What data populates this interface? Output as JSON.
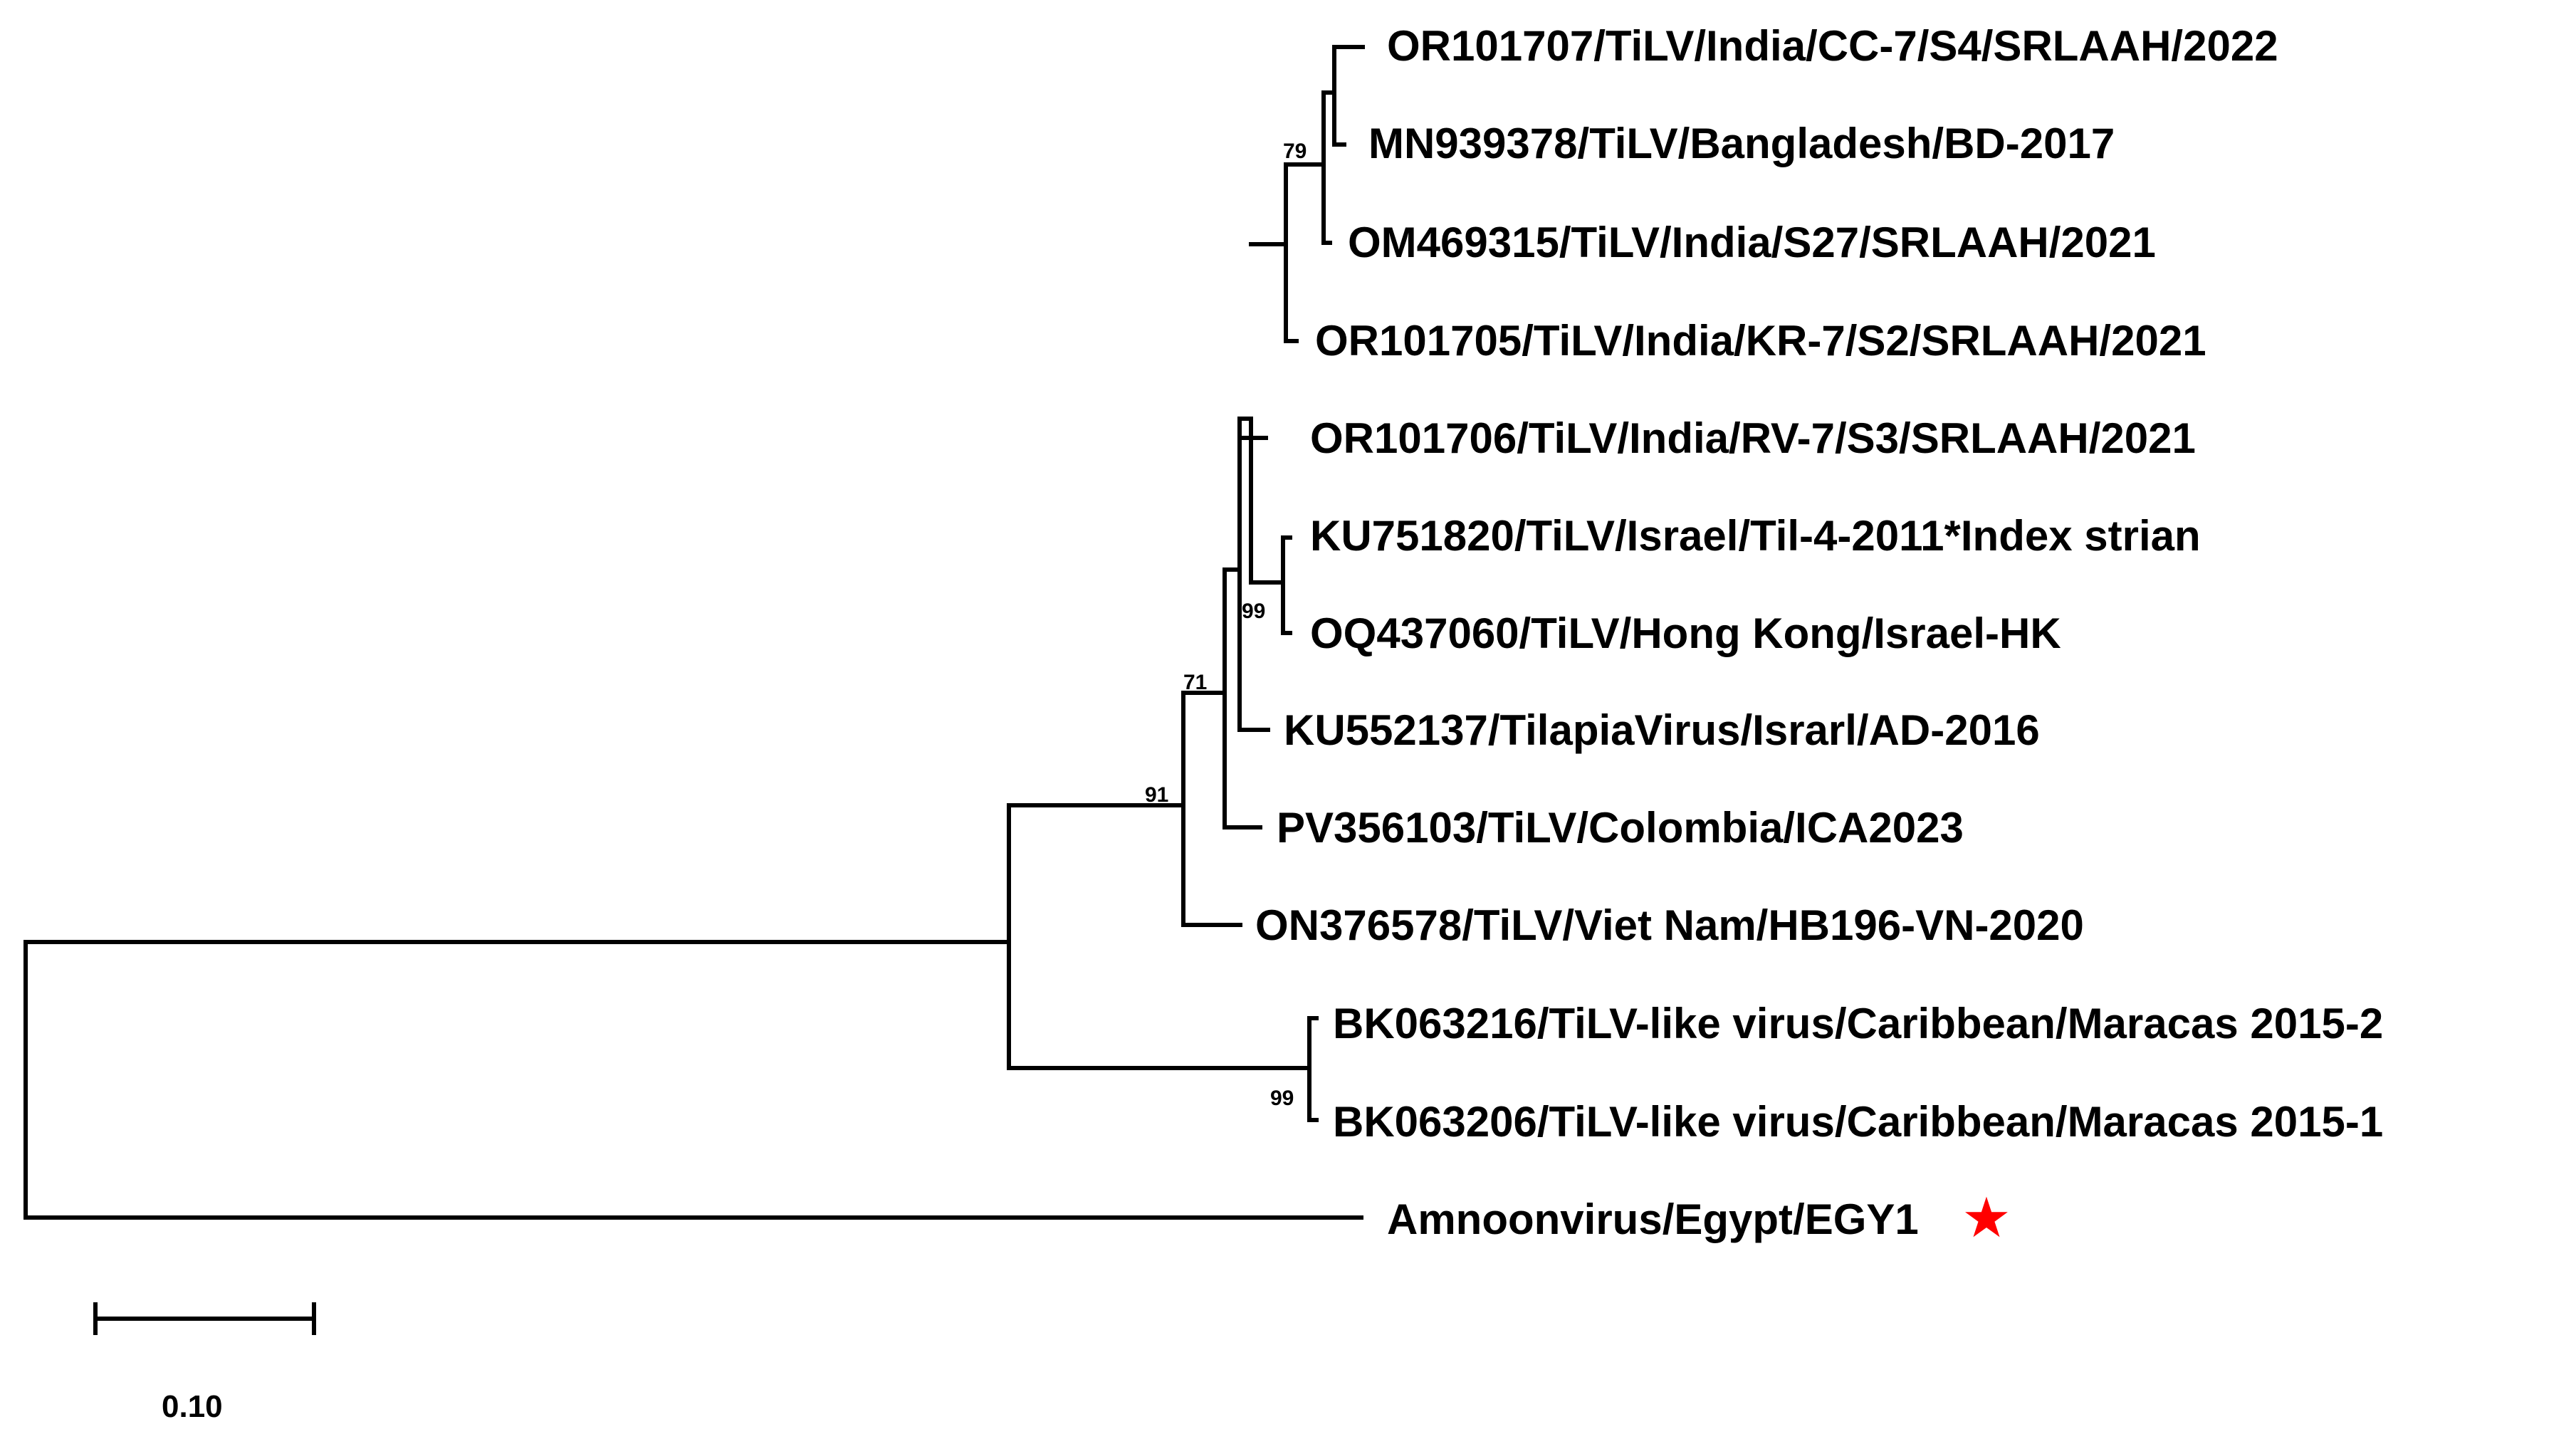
{
  "tree": {
    "taxa": [
      "OR101707/TiLV/India/CC-7/S4/SRLAAH/2022",
      "MN939378/TiLV/Bangladesh/BD-2017",
      "OM469315/TiLV/India/S27/SRLAAH/2021",
      "OR101705/TiLV/India/KR-7/S2/SRLAAH/2021",
      "OR101706/TiLV/India/RV-7/S3/SRLAAH/2021",
      "KU751820/TiLV/Israel/Til-4-2011*Index strian",
      "OQ437060/TiLV/Hong Kong/Israel-HK",
      "KU552137/TilapiaVirus/Israrl/AD-2016",
      "PV356103/TiLV/Colombia/ICA2023",
      "ON376578/TiLV/Viet Nam/HB196-VN-2020",
      "BK063216/TiLV-like virus/Caribbean/Maracas 2015-2",
      "BK063206/TiLV-like virus/Caribbean/Maracas 2015-1",
      "Amnoonvirus/Egypt/EGY1"
    ],
    "support_values": [
      "79",
      "99",
      "71",
      "91",
      "99"
    ],
    "marker": {
      "taxon": "Amnoonvirus/Egypt/EGY1",
      "symbol": "★",
      "icon": "star-icon",
      "color": "#ff0000"
    },
    "scale_bar": {
      "length": 0.1,
      "label": "0.10"
    }
  }
}
